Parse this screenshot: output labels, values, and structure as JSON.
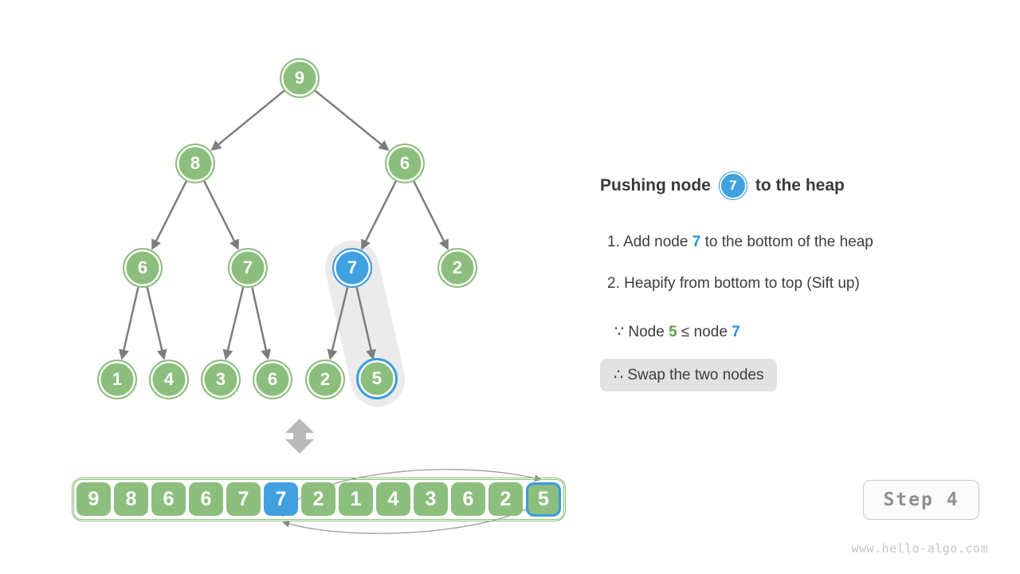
{
  "page": {
    "watermark": "www.hello-algo.com",
    "step_button": "Step 4"
  },
  "colors": {
    "node_green": "#8CBE7D",
    "node_blue": "#41A0E0",
    "text_blue": "#1E96D7",
    "text_green": "#5FA050",
    "edge_gray": "#7D7D7D",
    "highlight_pill": "#EBEBEB",
    "therefore_box": "#E2E2E2"
  },
  "panel": {
    "title_prefix": "Pushing node",
    "title_node": "7",
    "title_suffix": "to the heap",
    "step1_pre": "1. Add node ",
    "step1_value": "7",
    "step1_post": " to the bottom of the heap",
    "step2": "2. Heapify from bottom to top (Sift up)",
    "because_pre": "∵ Node ",
    "because_green": "5",
    "because_mid": " ≤ node ",
    "because_blue": "7",
    "therefore": "∴ Swap the two nodes"
  },
  "tree": {
    "values": [
      "9",
      "8",
      "6",
      "6",
      "7",
      "7",
      "2",
      "1",
      "4",
      "3",
      "6",
      "2",
      "5"
    ]
  },
  "array": {
    "cells": [
      "9",
      "8",
      "6",
      "6",
      "7",
      "7",
      "2",
      "1",
      "4",
      "3",
      "6",
      "2",
      "5"
    ]
  }
}
